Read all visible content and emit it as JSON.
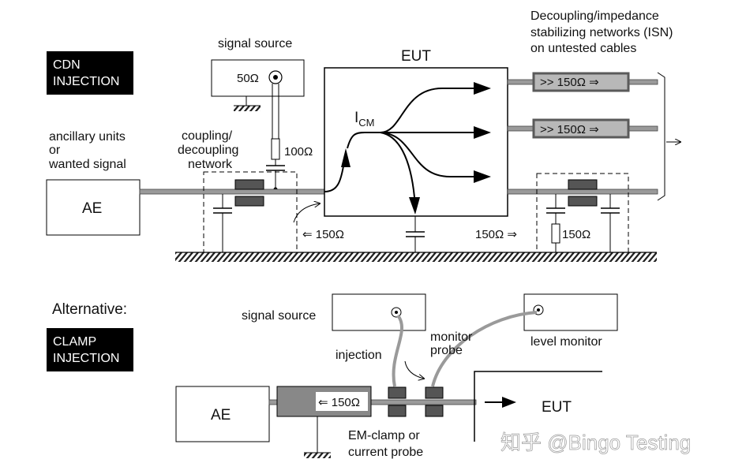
{
  "cdn": {
    "badge_line1": "CDN",
    "badge_line2": "INJECTION",
    "signal_source": "signal source",
    "source_impedance": "50Ω",
    "eut": "EUT",
    "isn_line1": "Decoupling/impedance",
    "isn_line2": "stabilizing networks (ISN)",
    "isn_line3": "on untested cables",
    "isn_box_label": ">> 150Ω ⇒",
    "icm_main": "I",
    "icm_sub": "CM",
    "resistor_100": "100Ω",
    "coupling_line1": "coupling/",
    "coupling_line2": "decoupling",
    "coupling_line3": "network",
    "ancillary_line1": "ancillary units",
    "ancillary_line2": "or",
    "ancillary_line3": "wanted signal",
    "ae": "AE",
    "imp_left": "⇐ 150Ω",
    "imp_right": "150Ω ⇒",
    "resistor_150": "150Ω"
  },
  "clamp": {
    "alternative": "Alternative:",
    "badge_line1": "CLAMP",
    "badge_line2": "INJECTION",
    "signal_source": "signal source",
    "injection": "injection",
    "monitor_line1": "monitor",
    "monitor_line2": "probe",
    "level_monitor": "level monitor",
    "ae": "AE",
    "imp": "⇐ 150Ω",
    "eut": "EUT",
    "em_line1": "EM-clamp or",
    "em_line2": "current probe"
  },
  "watermark": "知乎 @Bingo Testing",
  "colors": {
    "badge": "#000000",
    "cable": "#9a9a9a",
    "ferrite": "#555555",
    "isn_fill": "#b8b8b8",
    "isn_border": "#5a5a5a"
  }
}
